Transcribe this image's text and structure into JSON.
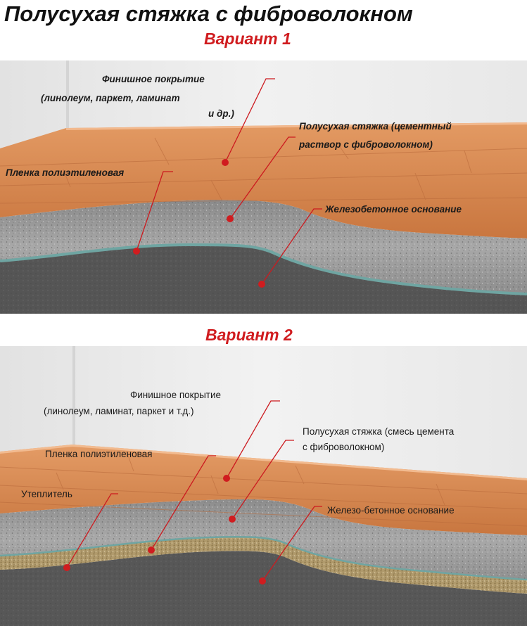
{
  "title": "Полусухая стяжка с фиброволокном",
  "colors": {
    "accent": "#d01c1f",
    "leader": "#cc1a1f",
    "wood": "#d9874f",
    "screed": "#9c9c9c",
    "base": "#5a5a5a",
    "film": "#6fa5a2",
    "insulation": "#b59f73",
    "wall": "#ececec"
  },
  "variant1": {
    "heading": "Вариант 1",
    "labels": {
      "finish_1": "Финишное покрытие",
      "finish_2": "(линолеум, паркет, ламинат",
      "finish_3": "и др.)",
      "screed_1": "Полусухая стяжка (цементный",
      "screed_2": "раствор с фиброволокном)",
      "film": "Пленка полиэтиленовая",
      "base": "Железобетонное основание"
    }
  },
  "variant2": {
    "heading": "Вариант 2",
    "labels": {
      "finish_1": "Финишное покрытие",
      "finish_2": "(линолеум, ламинат, паркет и т.д.)",
      "screed_1": "Полусухая стяжка (смесь цемента",
      "screed_2": "с фиброволокном)",
      "film": "Пленка полиэтиленовая",
      "insulation": "Утеплитель",
      "base": "Железо-бетонное основание"
    }
  }
}
